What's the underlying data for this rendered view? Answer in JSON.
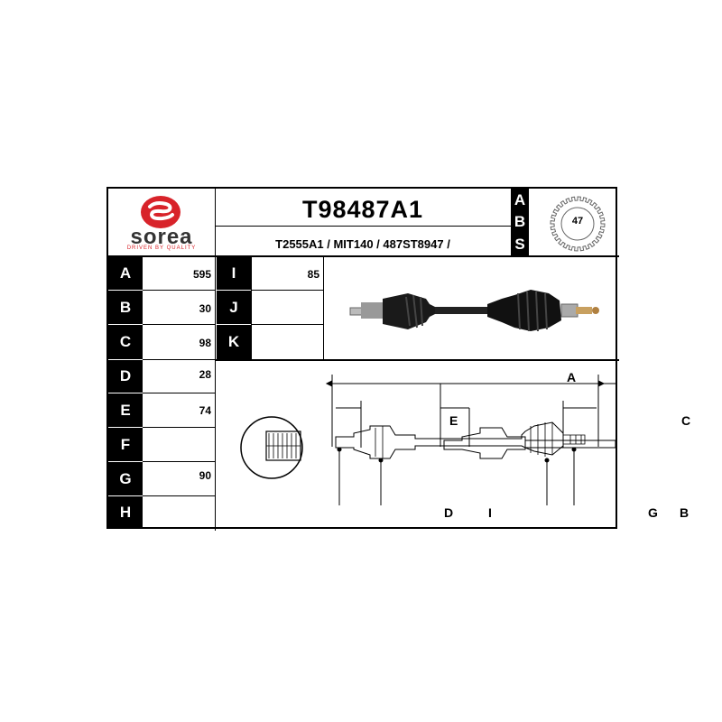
{
  "header": {
    "part_number": "T98487A1",
    "cross_refs": "T2555A1 / MIT140 / 487ST8947 /",
    "brand": "sorea",
    "brand_tagline": "DRIVEN BY QUALITY",
    "abs_letters": [
      "A",
      "B",
      "S"
    ],
    "abs_teeth": "47"
  },
  "specs_left": [
    {
      "letter": "A",
      "value": "595"
    },
    {
      "letter": "B",
      "value": "30"
    },
    {
      "letter": "C",
      "value": "98"
    },
    {
      "letter": "D",
      "value": "28"
    },
    {
      "letter": "E",
      "value": "74"
    },
    {
      "letter": "F",
      "value": ""
    },
    {
      "letter": "G",
      "value": "90"
    },
    {
      "letter": "H",
      "value": ""
    }
  ],
  "specs_right": [
    {
      "letter": "I",
      "value": "85"
    },
    {
      "letter": "J",
      "value": ""
    },
    {
      "letter": "K",
      "value": ""
    }
  ],
  "diagram_labels": {
    "A": "A",
    "C": "C",
    "E": "E",
    "D": "D",
    "I": "I",
    "G": "G",
    "B": "B"
  },
  "colors": {
    "brand_red": "#d8232a",
    "ink": "#000000"
  }
}
